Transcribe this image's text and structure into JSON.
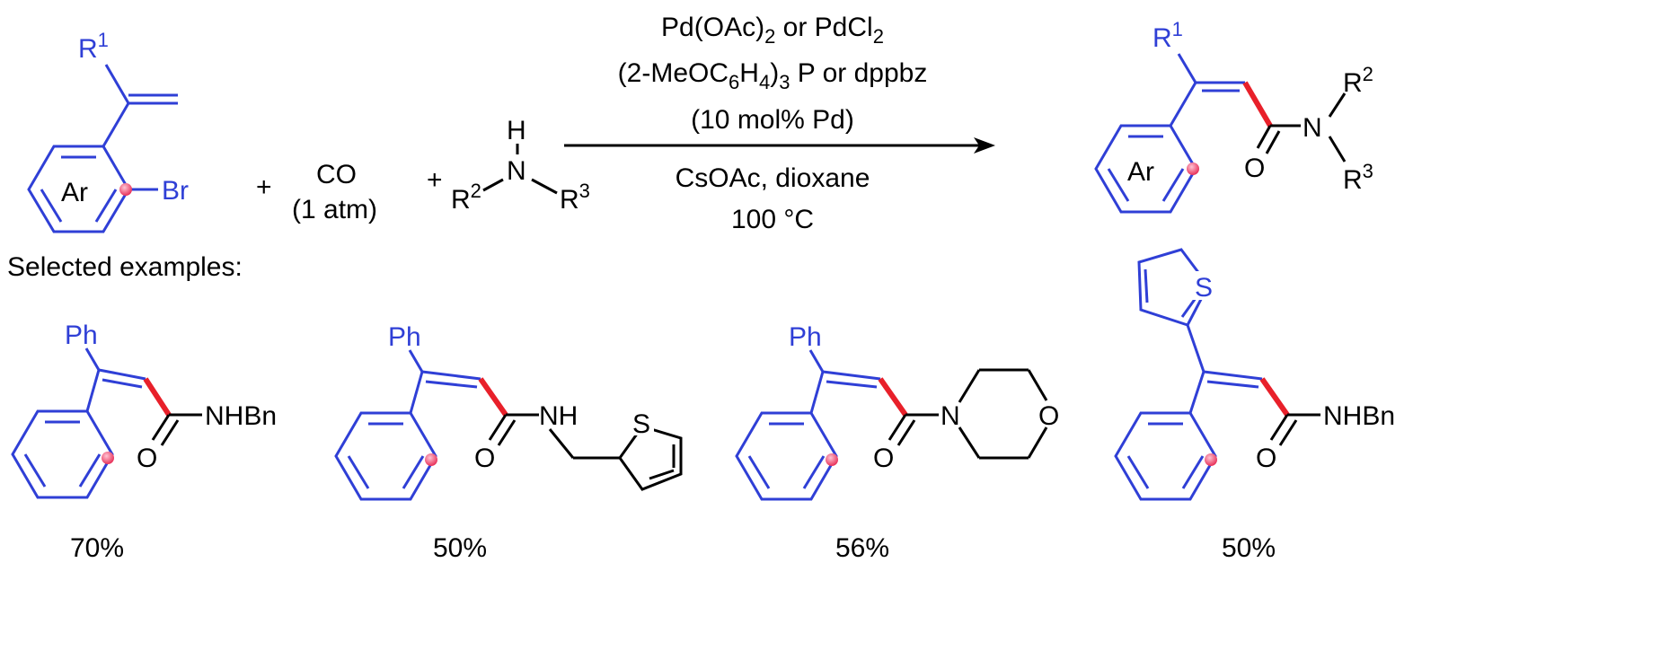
{
  "colors": {
    "blue": "#2f3fd6",
    "red": "#e8202a",
    "black": "#000000",
    "dot": "#e8325a"
  },
  "reaction": {
    "reactant_r1": "R",
    "reactant_r1_sup": "1",
    "reactant_ar": "Ar",
    "reactant_br": "Br",
    "plus": "+",
    "co": "CO",
    "co_pressure": "(1 atm)",
    "amine_h": "H",
    "amine_n": "N",
    "amine_r2": "R",
    "amine_r2_sup": "2",
    "amine_r3": "R",
    "amine_r3_sup": "3",
    "conditions_above": {
      "line1_a": "Pd(OAc)",
      "line1_a_sub": "2",
      "line1_b": " or PdCl",
      "line1_b_sub": "2",
      "line2_a": "(2-MeOC",
      "line2_sub1": "6",
      "line2_b": "H",
      "line2_sub2": "4",
      "line2_c": ")",
      "line2_sub3": "3",
      "line2_d": " P or dppbz",
      "line3": "(10 mol% Pd)"
    },
    "conditions_below": {
      "line1": "CsOAc, dioxane",
      "line2": "100 °C"
    },
    "product_r1": "R",
    "product_r1_sup": "1",
    "product_ar": "Ar",
    "product_o": "O",
    "product_n": "N",
    "product_r2": "R",
    "product_r2_sup": "2",
    "product_r3": "R",
    "product_r3_sup": "3"
  },
  "examples": {
    "heading": "Selected examples:",
    "items": [
      {
        "substituent": "Ph",
        "amide": "NHBn",
        "o": "O",
        "yield": "70%"
      },
      {
        "substituent": "Ph",
        "amide": "NH",
        "o": "O",
        "s": "S",
        "yield": "50%"
      },
      {
        "substituent": "Ph",
        "amide_n": "N",
        "o": "O",
        "ring_o": "O",
        "yield": "56%"
      },
      {
        "substituent_s": "S",
        "amide": "NHBn",
        "o": "O",
        "yield": "50%"
      }
    ]
  }
}
